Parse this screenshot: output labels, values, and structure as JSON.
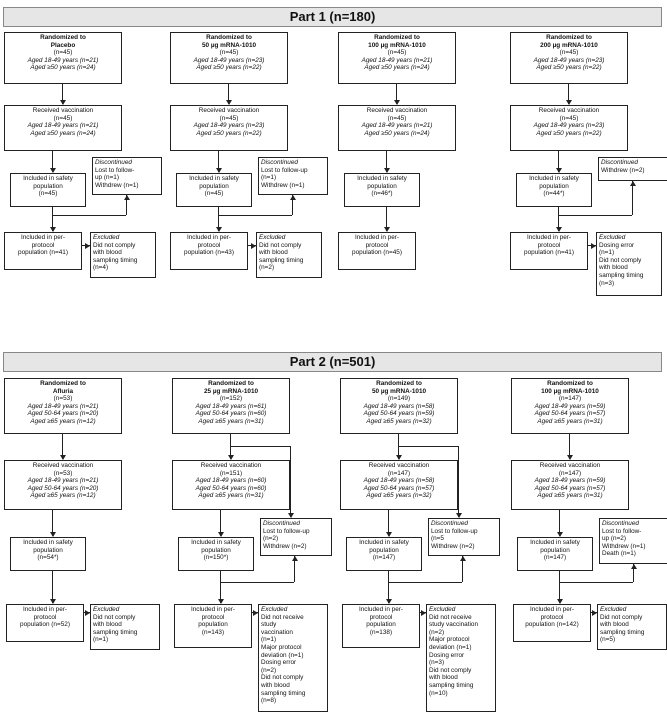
{
  "part1": {
    "title": "Part 1 (n=180)",
    "arms": [
      {
        "rand": {
          "t1": "Randomized to",
          "t2": "Placebo",
          "n": "(n=45)",
          "lines": [
            "Aged 18-49 years  (n=21)",
            "Aged ≥50 years  (n=24)"
          ]
        },
        "vacc": {
          "t": "Received vaccination",
          "n": "(n=45)",
          "lines": [
            "Aged 18-49 years (n=21)",
            "Aged ≥50 years  (n=24)"
          ]
        },
        "disc": {
          "t": "Discontinued",
          "lines": [
            "Lost to follow-",
            "up (n=1)",
            "Withdrew  (n=1)"
          ]
        },
        "safety": [
          "Included in safety",
          "population",
          "(n=45)"
        ],
        "pp": [
          "Included in per-",
          "protocol",
          "population (n=41)"
        ],
        "excl": {
          "t": "Excluded",
          "lines": [
            "Did not comply",
            "with blood",
            "sampling timing",
            "(n=4)"
          ]
        }
      },
      {
        "rand": {
          "t1": "Randomized to",
          "t2": "50 µg mRNA-1010",
          "n": "(n=45)",
          "lines": [
            "Aged 18-49 years  (n=23)",
            "Aged ≥50 years  (n=22)"
          ]
        },
        "vacc": {
          "t": "Received vaccination",
          "n": "(n=45)",
          "lines": [
            "Aged 18-49 years  (n=23)",
            "Aged ≥50 years  (n=22)"
          ]
        },
        "disc": {
          "t": "Discontinued",
          "lines": [
            "Lost to follow-up",
            "(n=1)",
            "Withdrew  (n=1)"
          ]
        },
        "safety": [
          "Included in safety",
          "population",
          "(n=45)"
        ],
        "pp": [
          "Included in per-",
          "protocol",
          "population (n=43)"
        ],
        "excl": {
          "t": "Excluded",
          "lines": [
            "Did not comply",
            "with blood",
            "sampling timing",
            "(n=2)"
          ]
        }
      },
      {
        "rand": {
          "t1": "Randomized to",
          "t2": "100 µg mRNA-1010",
          "n": "(n=45)",
          "lines": [
            "Aged 18-49 years  (n=21)",
            "Aged ≥50 years  (n=24)"
          ]
        },
        "vacc": {
          "t": "Received vaccination",
          "n": "(n=45)",
          "lines": [
            "Aged 18-49 years  (n=21)",
            "Aged ≥50 years  (n=24)"
          ]
        },
        "safety": [
          "Included in safety",
          "population",
          "(n=46*)"
        ],
        "pp": [
          "Included in per-",
          "protocol",
          "population (n=45)"
        ]
      },
      {
        "rand": {
          "t1": "Randomized to",
          "t2": "200 µg mRNA-1010",
          "n": "(n=45)",
          "lines": [
            "Aged 18-49 years  (n=23)",
            "Aged ≥50 years  (n=22)"
          ]
        },
        "vacc": {
          "t": "Received vaccination",
          "n": "(n=45)",
          "lines": [
            "Aged 18-49 years  (n=23)",
            "Aged ≥50 years  (n=22)"
          ]
        },
        "disc": {
          "t": "Discontinued",
          "lines": [
            "Withdrew  (n=2)"
          ]
        },
        "safety": [
          "Included in safety",
          "population",
          "(n=44*)"
        ],
        "pp": [
          "Included in per-",
          "protocol",
          "population (n=41)"
        ],
        "excl": {
          "t": "Excluded",
          "lines": [
            "Dosing error",
            "(n=1)",
            "Did not comply",
            "with blood",
            "sampling timing",
            "(n=3)"
          ]
        }
      }
    ]
  },
  "part2": {
    "title": "Part 2 (n=501)",
    "arms": [
      {
        "rand": {
          "t1": "Randomized to",
          "t2": "Afluria",
          "n": "(n=53)",
          "lines": [
            "Aged 18-49 years  (n=21)",
            "Aged 50-64 years  (n=20)",
            "Aged ≥65 years  (n=12)"
          ]
        },
        "vacc": {
          "t": "Received vaccination",
          "n": "(n=53)",
          "lines": [
            "Aged 18-49 years  (n=21)",
            "Aged 50-64 years  (n=20)",
            "Aged ≥65 years  (n=12)"
          ]
        },
        "safety": [
          "Included in safety",
          "population",
          "(n=54*)"
        ],
        "pp": [
          "Included in per-",
          "protocol",
          "population (n=52)"
        ],
        "excl": {
          "t": "Excluded",
          "lines": [
            "Did not comply",
            "with blood",
            "sampling timing",
            "(n=1)"
          ]
        }
      },
      {
        "rand": {
          "t1": "Randomized to",
          "t2": "25 µg mRNA-1010",
          "n": "(n=152)",
          "lines": [
            "Aged 18-49 years  (n=61)",
            "Aged 50-64 years  (n=60)",
            "Aged ≥65 years  (n=31)"
          ]
        },
        "vacc": {
          "t": "Received vaccination",
          "n": "(n=151)",
          "lines": [
            "Aged 18-49 years  (n=60)",
            "Aged 50-64 years  (n=60)",
            "Aged ≥65 years  (n=31)"
          ]
        },
        "disc": {
          "t": "Discontinued",
          "lines": [
            "Lost to follow-up",
            "(n=2)",
            "Withdrew  (n=2)"
          ]
        },
        "safety": [
          "Included in safety",
          "population",
          "(n=150*)"
        ],
        "pp": [
          "Included in per-",
          "protocol",
          "population",
          "(n=143)"
        ],
        "excl": {
          "t": "Excluded",
          "lines": [
            "Did not receive",
            "study",
            "vaccination",
            "(n=1)",
            "Major protocol",
            "deviation (n=1)",
            "Dosing error",
            "(n=2)",
            "Did not comply",
            "with blood",
            "sampling timing",
            "(n=8)"
          ]
        }
      },
      {
        "rand": {
          "t1": "Randomized to",
          "t2": "50 µg mRNA-1010",
          "n": "(n=149)",
          "lines": [
            "Aged 18-49 years  (n=58)",
            "Aged 50-64 years  (n=59)",
            "Aged ≥65 years  (n=32)"
          ]
        },
        "vacc": {
          "t": "Received vaccination",
          "n": "(n=147)",
          "lines": [
            "Aged 18-49 years  (n=58)",
            "Aged 50-64 years  (n=57)",
            "Aged ≥65 years  (n=32)"
          ]
        },
        "disc": {
          "t": "Discontinued",
          "lines": [
            "Lost to follow-up",
            "(n=5",
            "Withdrew  (n=2)"
          ]
        },
        "safety": [
          "Included in safety",
          "population",
          "(n=147)"
        ],
        "pp": [
          "Included in per-",
          "protocol",
          "population",
          "(n=138)"
        ],
        "excl": {
          "t": "Excluded",
          "lines": [
            "Did not receive",
            "study vaccination",
            "(n=2)",
            "Major protocol",
            "deviation (n=1)",
            "Dosing error",
            "(n=3)",
            "Did not comply",
            "with blood",
            "sampling timing",
            "(n=10)"
          ]
        }
      },
      {
        "rand": {
          "t1": "Randomized to",
          "t2": "100 µg mRNA-1010",
          "n": "(n=147)",
          "lines": [
            "Aged 18-49 years  (n=59)",
            "Aged 50-64 years  (n=57)",
            "Aged ≥65 years  (n=31)"
          ]
        },
        "vacc": {
          "t": "Received vaccination",
          "n": "(n=147)",
          "lines": [
            "Aged 18-49 years  (n=59)",
            "Aged 50-64 years  (n=57)",
            "Aged ≥65 years  (n=31)"
          ]
        },
        "disc": {
          "t": "Discontinued",
          "lines": [
            "Lost to follow-",
            "up (n=2)",
            "Withdrew  (n=1)",
            "Death (n=1)"
          ]
        },
        "safety": [
          "Included in safety",
          "population",
          "(n=147)"
        ],
        "pp": [
          "Included in per-",
          "protocol",
          "population (n=142)"
        ],
        "excl": {
          "t": "Excluded",
          "lines": [
            "Did not comply",
            "with blood",
            "sampling timing",
            "(n=5)"
          ]
        }
      }
    ]
  }
}
